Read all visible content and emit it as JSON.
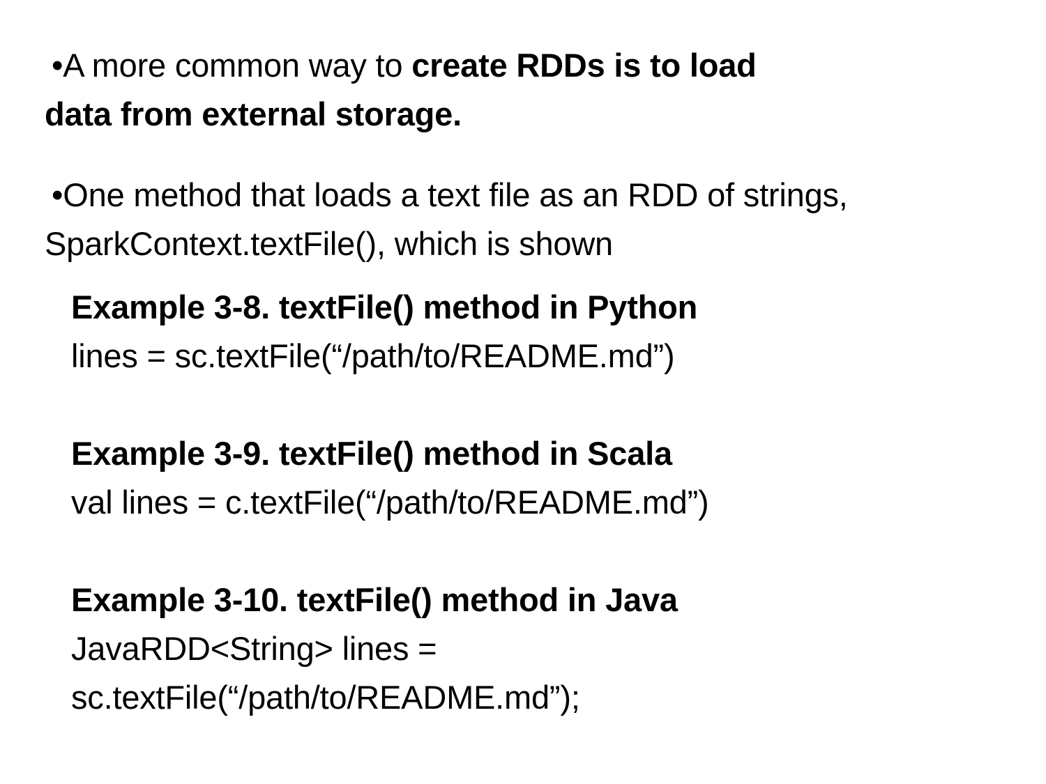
{
  "paragraph_1": {
    "bullet": "•",
    "line1_normal": "A more common way to ",
    "line1_bold": "create RDDs is to load",
    "line2_bold": "data from external storage."
  },
  "paragraph_2": {
    "bullet": "•",
    "line1": "One method that loads a text file as an RDD of strings,",
    "line2": "SparkContext.textFile(), which is shown"
  },
  "examples": [
    {
      "heading": "Example 3-8. textFile() method in Python",
      "code": [
        "lines = sc.textFile(“/path/to/README.md”)"
      ]
    },
    {
      "heading": "Example 3-9. textFile() method in Scala",
      "code": [
        "val lines = c.textFile(“/path/to/README.md”)"
      ]
    },
    {
      "heading": "Example 3-10. textFile() method in Java",
      "code": [
        "JavaRDD<String> lines =",
        "sc.textFile(“/path/to/README.md”);"
      ]
    }
  ]
}
